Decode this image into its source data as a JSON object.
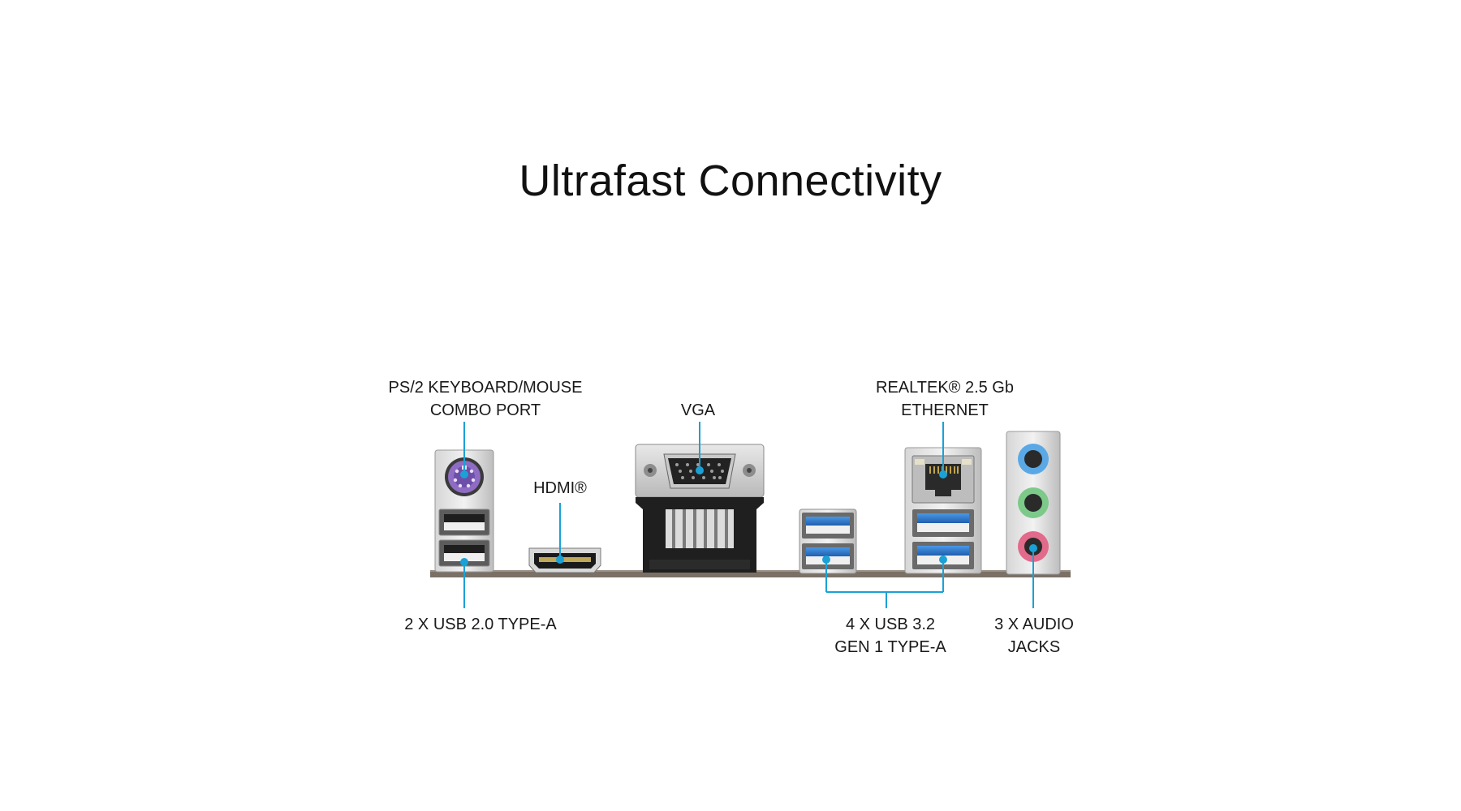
{
  "title": "Ultrafast Connectivity",
  "colors": {
    "callout_line": "#1ba1d6",
    "plate": "#7a7066",
    "usb3_blue": "#2f7fd4",
    "ps2_purple": "#8e6cc4",
    "audio_blue": "#5aa9e6",
    "audio_green": "#7cc98a",
    "audio_pink": "#e26a8a"
  },
  "labels": {
    "ps2": {
      "line1": "PS/2 KEYBOARD/MOUSE",
      "line2": "COMBO PORT"
    },
    "hdmi": {
      "line1": "HDMI®"
    },
    "vga": {
      "line1": "VGA"
    },
    "ethernet": {
      "line1": "REALTEK® 2.5 Gb",
      "line2": "ETHERNET"
    },
    "usb2": {
      "line1": "2 X USB 2.0 TYPE-A"
    },
    "usb3": {
      "line1": "4 X USB 3.2",
      "line2": "GEN 1 TYPE-A"
    },
    "audio": {
      "line1": "3 X AUDIO",
      "line2": "JACKS"
    }
  },
  "icons": [
    "ps2-port-icon",
    "usb2-port-icon",
    "hdmi-port-icon",
    "vga-port-icon",
    "usb3-port-icon",
    "ethernet-port-icon",
    "audio-jack-icon"
  ]
}
